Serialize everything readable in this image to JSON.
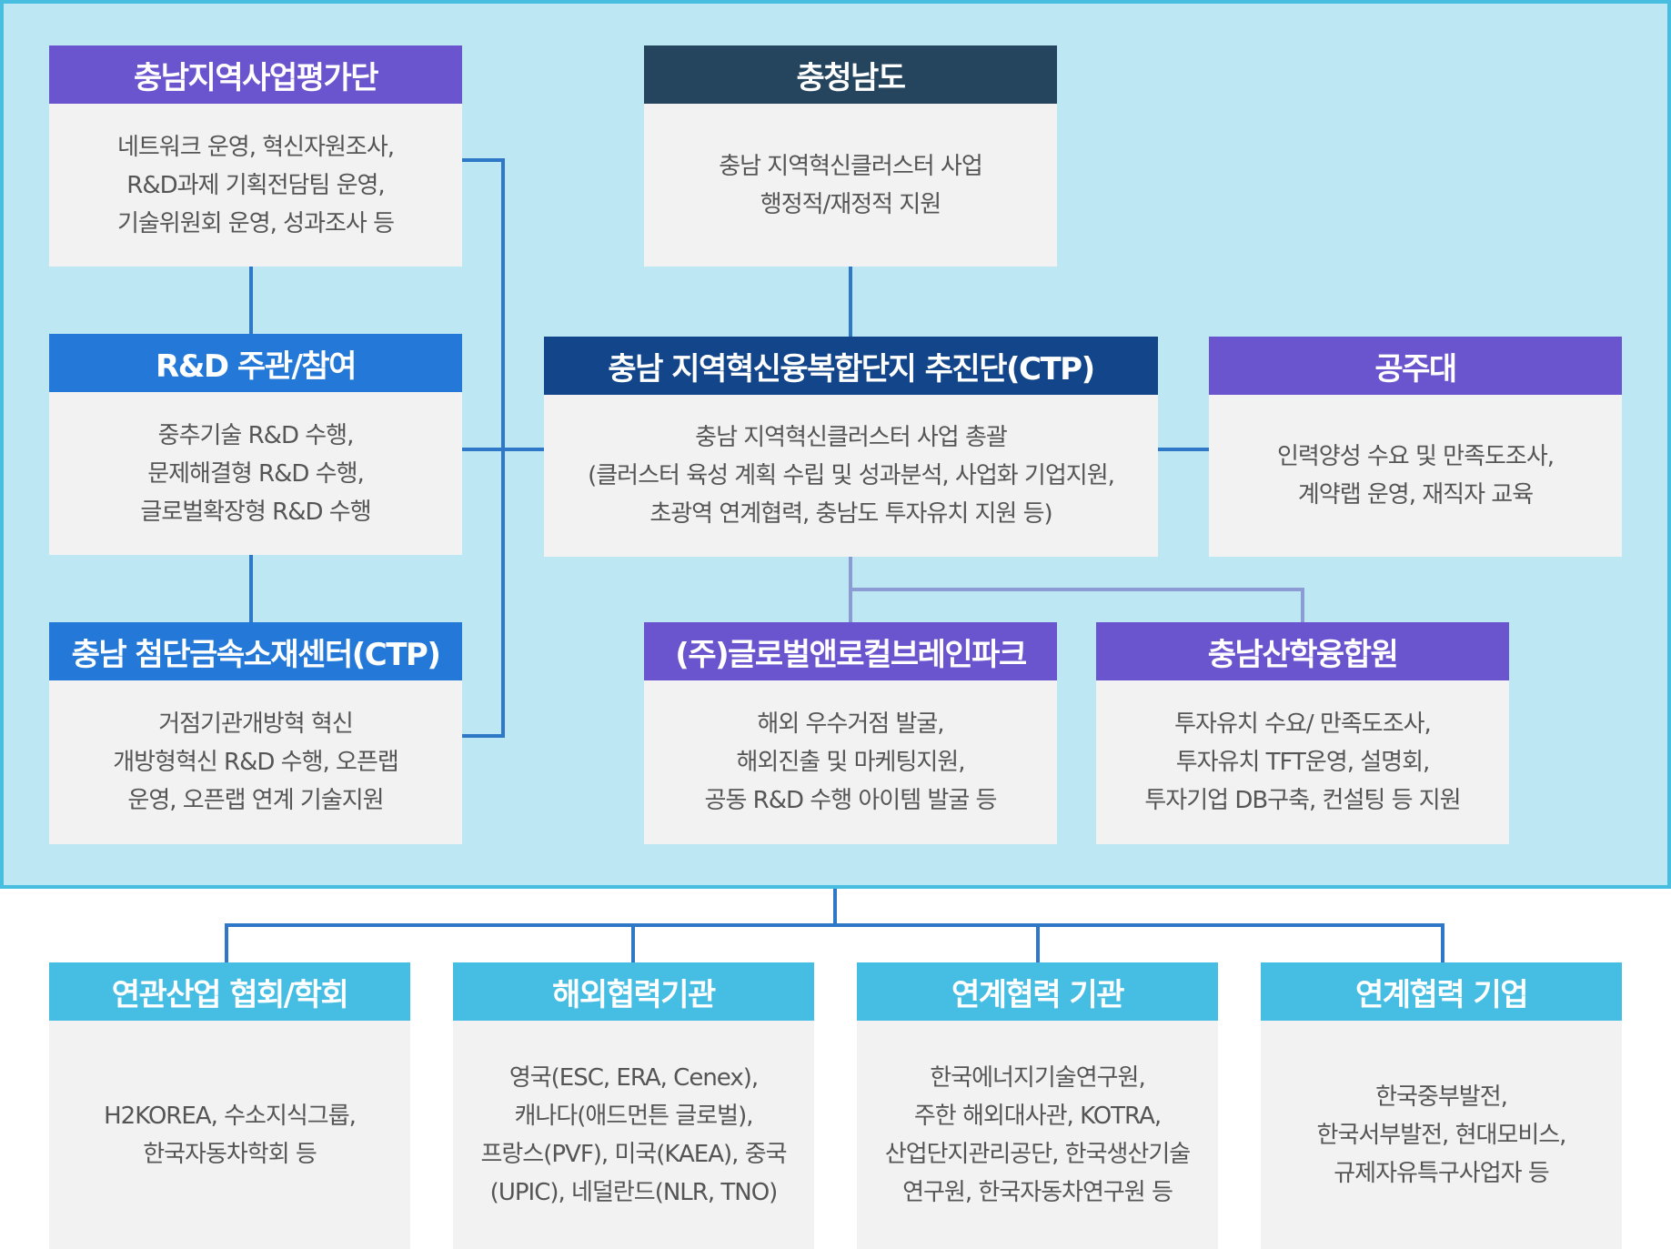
{
  "colors": {
    "panel_bg": "#bee7f4",
    "panel_border": "#47bde0",
    "purple": "#6b55cf",
    "navy": "#25455f",
    "blue": "#2479d8",
    "dark_blue": "#124589",
    "sky": "#46bde2",
    "body_bg": "#f2f2f2",
    "text": "#555555"
  },
  "nodes": {
    "evaluation_agency": {
      "title": "충남지역사업평가단",
      "lines": [
        "네트워크 운영, 혁신자원조사,",
        "R&D과제 기획전담팀 운영,",
        "기술위원회 운영, 성과조사 등"
      ]
    },
    "chungnam_province": {
      "title": "충청남도",
      "lines": [
        "충남 지역혁신클러스터 사업",
        "행정적/재정적 지원"
      ]
    },
    "rnd_lead": {
      "title": "R&D 주관/참여",
      "lines": [
        "중추기술 R&D 수행,",
        "문제해결형 R&D 수행,",
        "글로벌확장형 R&D 수행"
      ]
    },
    "ctp_center": {
      "title": "충남 지역혁신융복합단지 추진단(CTP)",
      "lines": [
        "충남 지역혁신클러스터 사업 총괄",
        "(클러스터 육성 계획 수립 및 성과분석, 사업화 기업지원,",
        "초광역 연계협력, 충남도 투자유치 지원 등)"
      ]
    },
    "kongju_univ": {
      "title": "공주대",
      "lines": [
        "인력양성 수요 및 만족도조사,",
        "계약랩 운영, 재직자 교육"
      ]
    },
    "metal_center": {
      "title": "충남 첨단금속소재센터(CTP)",
      "lines": [
        "거점기관개방혁 혁신",
        "개방형혁신 R&D 수행, 오픈랩",
        "운영, 오픈랩 연계 기술지원"
      ]
    },
    "global_brainpark": {
      "title": "(주)글로벌앤로컬브레인파크",
      "lines": [
        "해외 우수거점 발굴,",
        "해외진출 및 마케팅지원,",
        "공동 R&D 수행 아이템 발굴 등"
      ]
    },
    "industry_academia": {
      "title": "충남산학융합원",
      "lines": [
        "투자유치 수요/ 만족도조사,",
        "투자유치 TFT운영, 설명회,",
        "투자기업 DB구축, 컨설팅 등 지원"
      ]
    },
    "related_associations": {
      "title": "연관산업 협회/학회",
      "lines": [
        "H2KOREA, 수소지식그룹,",
        "한국자동차학회 등"
      ]
    },
    "overseas_partners": {
      "title": "해외협력기관",
      "lines": [
        "영국(ESC, ERA, Cenex),",
        "캐나다(애드먼튼 글로벌),",
        "프랑스(PVF), 미국(KAEA), 중국",
        "(UPIC), 네덜란드(NLR, TNO)"
      ]
    },
    "partner_institutions": {
      "title": "연계협력 기관",
      "lines": [
        "한국에너지기술연구원,",
        "주한 해외대사관, KOTRA,",
        "산업단지관리공단, 한국생산기술",
        "연구원, 한국자동차연구원 등"
      ]
    },
    "partner_companies": {
      "title": "연계협력 기업",
      "lines": [
        "한국중부발전,",
        "한국서부발전, 현대모비스,",
        "규제자유특구사업자 등"
      ]
    }
  }
}
